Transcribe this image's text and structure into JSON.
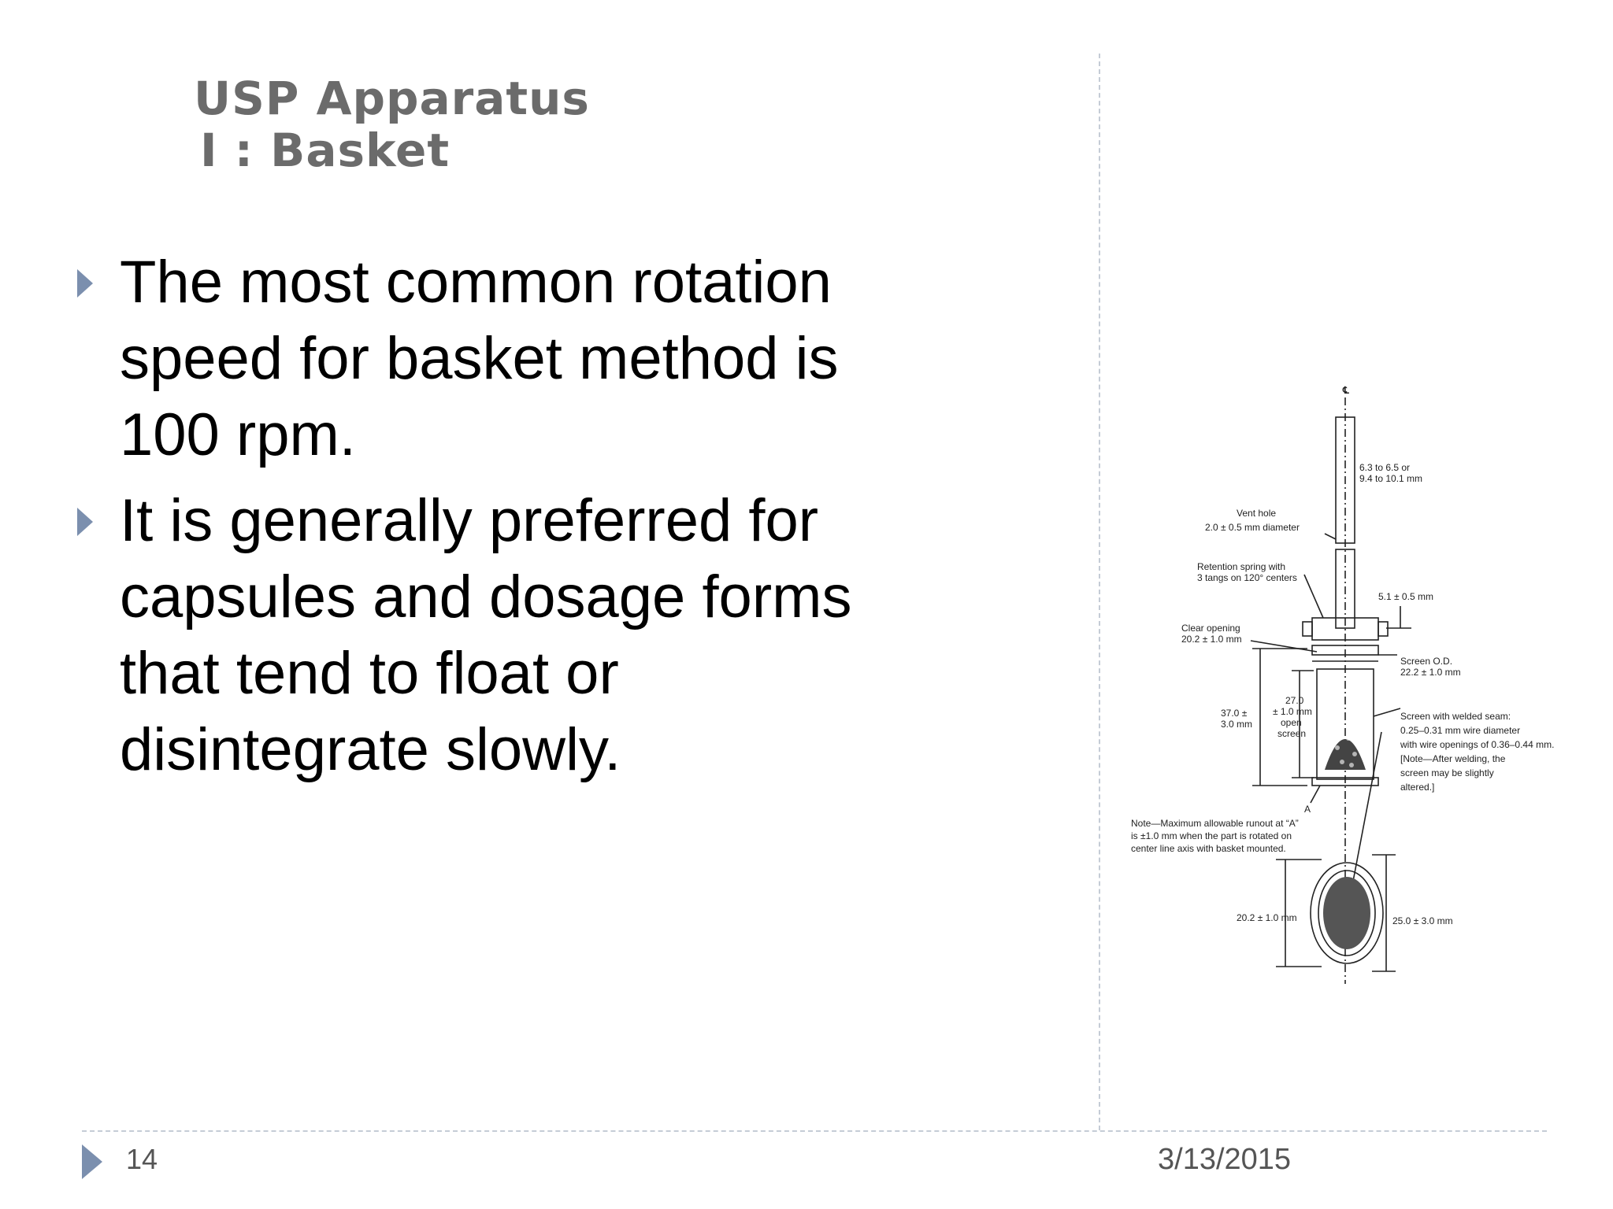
{
  "slide": {
    "title_line1": "USP Apparatus",
    "title_line2": "I : Basket",
    "bullets": [
      "The most common rotation speed for basket method is 100 rpm.",
      "It is generally preferred for capsules and dosage forms that tend to float or disintegrate slowly."
    ],
    "page_number": "14",
    "date": "3/13/2015"
  },
  "diagram": {
    "centerline_mark": "℄",
    "shaft_diameter_line1": "6.3 to 6.5 or",
    "shaft_diameter_line2": "9.4 to 10.1 mm",
    "vent_hole_line1": "Vent hole",
    "vent_hole_line2": "2.0 ± 0.5 mm diameter",
    "retention_spring_line1": "Retention spring with",
    "retention_spring_line2": "3 tangs on 120° centers",
    "spring_gap": "5.1 ± 0.5 mm",
    "clear_opening_line1": "Clear opening",
    "clear_opening_line2": "20.2 ± 1.0 mm",
    "screen_od_line1": "Screen O.D.",
    "screen_od_line2": "22.2 ± 1.0 mm",
    "height_line1": "37.0 ±",
    "height_line2": "3.0 mm",
    "open_screen_line1": "27.0",
    "open_screen_line2": "± 1.0 mm",
    "open_screen_line3": "open",
    "open_screen_line4": "screen",
    "screen_seam_line1": "Screen with welded seam:",
    "screen_seam_line2": "0.25–0.31 mm wire diameter",
    "screen_seam_line3": "with wire openings of 0.36–0.44 mm.",
    "screen_seam_line4": "[Note—After welding, the",
    "screen_seam_line5": "screen may be slightly",
    "screen_seam_line6": "altered.]",
    "point_a": "A",
    "note_line1": "Note—Maximum allowable runout at “A”",
    "note_line2": "is ±1.0 mm when the part is rotated on",
    "note_line3": "center line axis with basket mounted.",
    "bottom_inner": "20.2 ± 1.0 mm",
    "bottom_outer": "25.0 ± 3.0 mm"
  }
}
